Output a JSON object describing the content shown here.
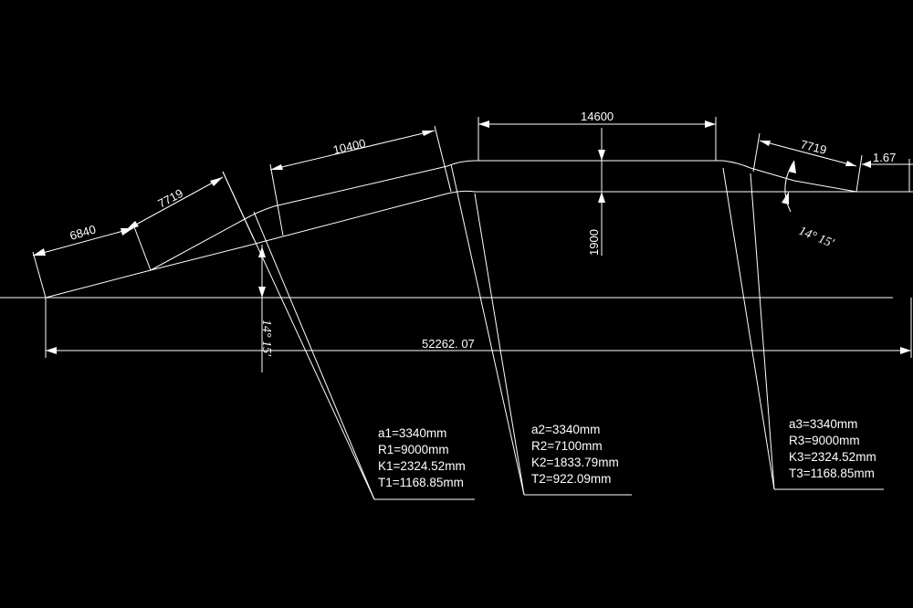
{
  "dimensions": {
    "seg_6840": "6840",
    "seg_7719_left": "7719",
    "seg_10400": "10400",
    "seg_14600": "14600",
    "seg_7719_right": "7719",
    "seg_1_67": "1.67",
    "height_1900": "1900",
    "total_length": "52262. 07"
  },
  "angles": {
    "left": "14° 15′",
    "right": "14° 15′"
  },
  "curve_params": [
    {
      "lines": [
        "a1=3340mm",
        "R1=9000mm",
        "K1=2324.52mm",
        "T1=1168.85mm"
      ]
    },
    {
      "lines": [
        "a2=3340mm",
        "R2=7100mm",
        "K2=1833.79mm",
        "T2=922.09mm"
      ]
    },
    {
      "lines": [
        "a3=3340mm",
        "R3=9000mm",
        "K3=2324.52mm",
        "T3=1168.85mm"
      ]
    }
  ],
  "colors": {
    "background": "#000000",
    "lines": "#ffffff"
  }
}
